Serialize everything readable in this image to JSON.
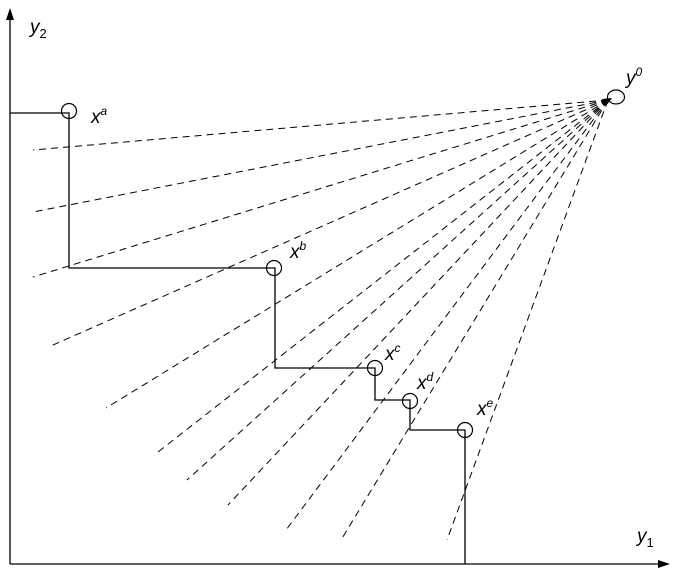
{
  "axes": {
    "y_axis_label": {
      "base": "y",
      "sub": "2"
    },
    "x_axis_label": {
      "base": "y",
      "sub": "1"
    }
  },
  "reference_point": {
    "base": "y",
    "sup": "0"
  },
  "points": [
    {
      "id": "a",
      "base": "x",
      "sup": "a"
    },
    {
      "id": "b",
      "base": "x",
      "sup": "b"
    },
    {
      "id": "c",
      "base": "x",
      "sup": "c"
    },
    {
      "id": "d",
      "base": "x",
      "sup": "d"
    },
    {
      "id": "e",
      "base": "x",
      "sup": "e"
    }
  ],
  "rays": {
    "count": 11,
    "style": "dashed"
  },
  "colors": {
    "ink": "#000000",
    "background": "#ffffff"
  }
}
